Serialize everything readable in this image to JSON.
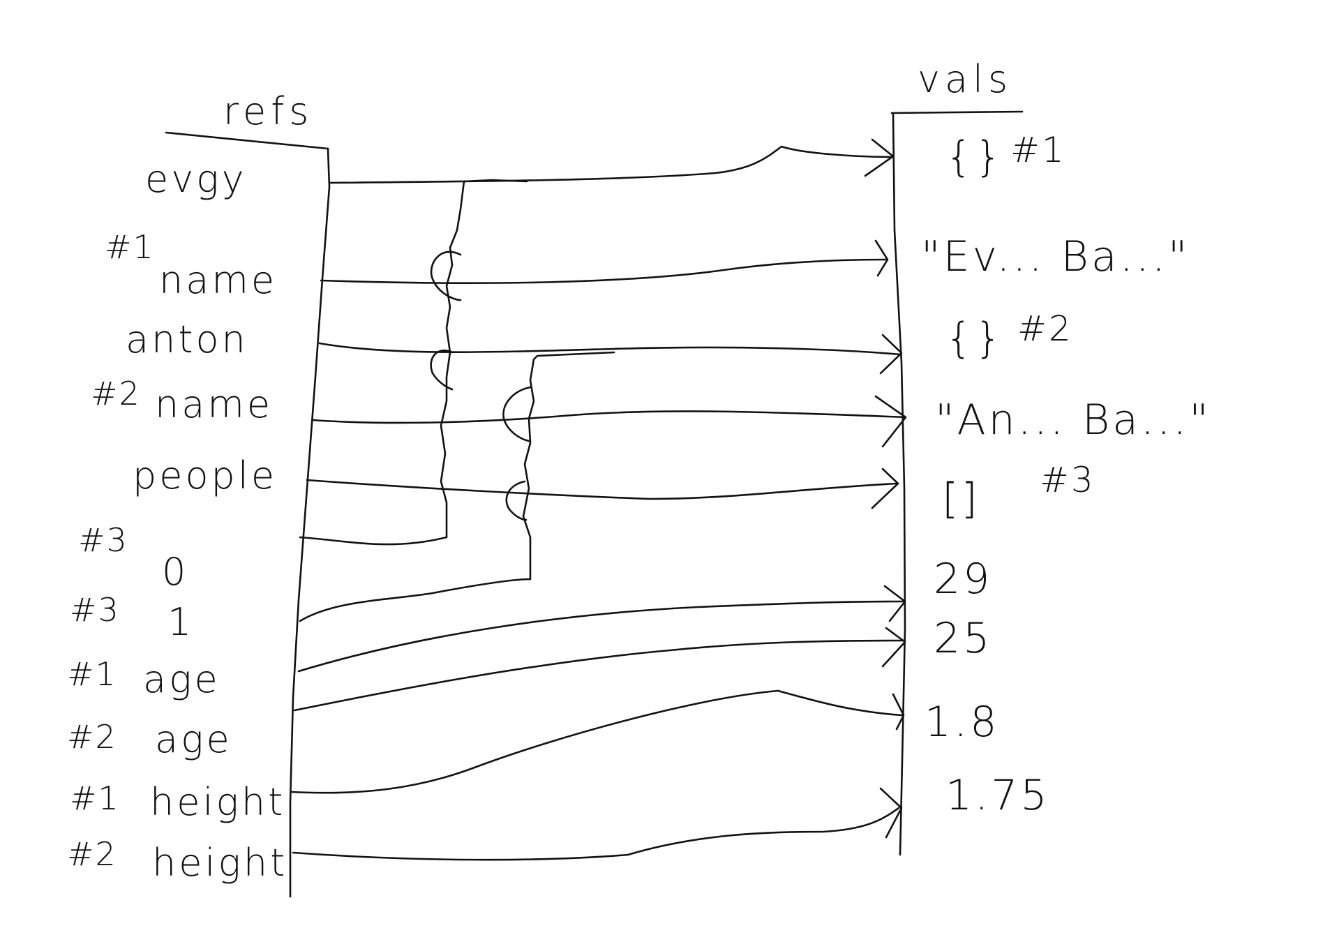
{
  "headers": {
    "refs": "refs",
    "vals": "vals"
  },
  "refs": [
    {
      "key": "evgy"
    },
    {
      "prefix": "#1",
      "key": "name"
    },
    {
      "key": "anton"
    },
    {
      "prefix": "#2",
      "key": "name"
    },
    {
      "key": "people"
    },
    {
      "prefix": "#3",
      "key": "0"
    },
    {
      "prefix": "#3",
      "key": "1"
    },
    {
      "prefix": "#1",
      "key": "age"
    },
    {
      "prefix": "#2",
      "key": "age"
    },
    {
      "prefix": "#1",
      "key": "height"
    },
    {
      "prefix": "#2",
      "key": "height"
    }
  ],
  "vals": [
    {
      "text": "{}",
      "tag": "#1"
    },
    {
      "text": "\"Ev... Ba...\""
    },
    {
      "text": "{}",
      "tag": "#2"
    },
    {
      "text": "\"An... Ba...\""
    },
    {
      "text": "[]",
      "tag": "#3"
    },
    {
      "text": "29"
    },
    {
      "text": "25"
    },
    {
      "text": "1.8"
    },
    {
      "text": "1.75"
    }
  ],
  "ink_color": "#111111"
}
